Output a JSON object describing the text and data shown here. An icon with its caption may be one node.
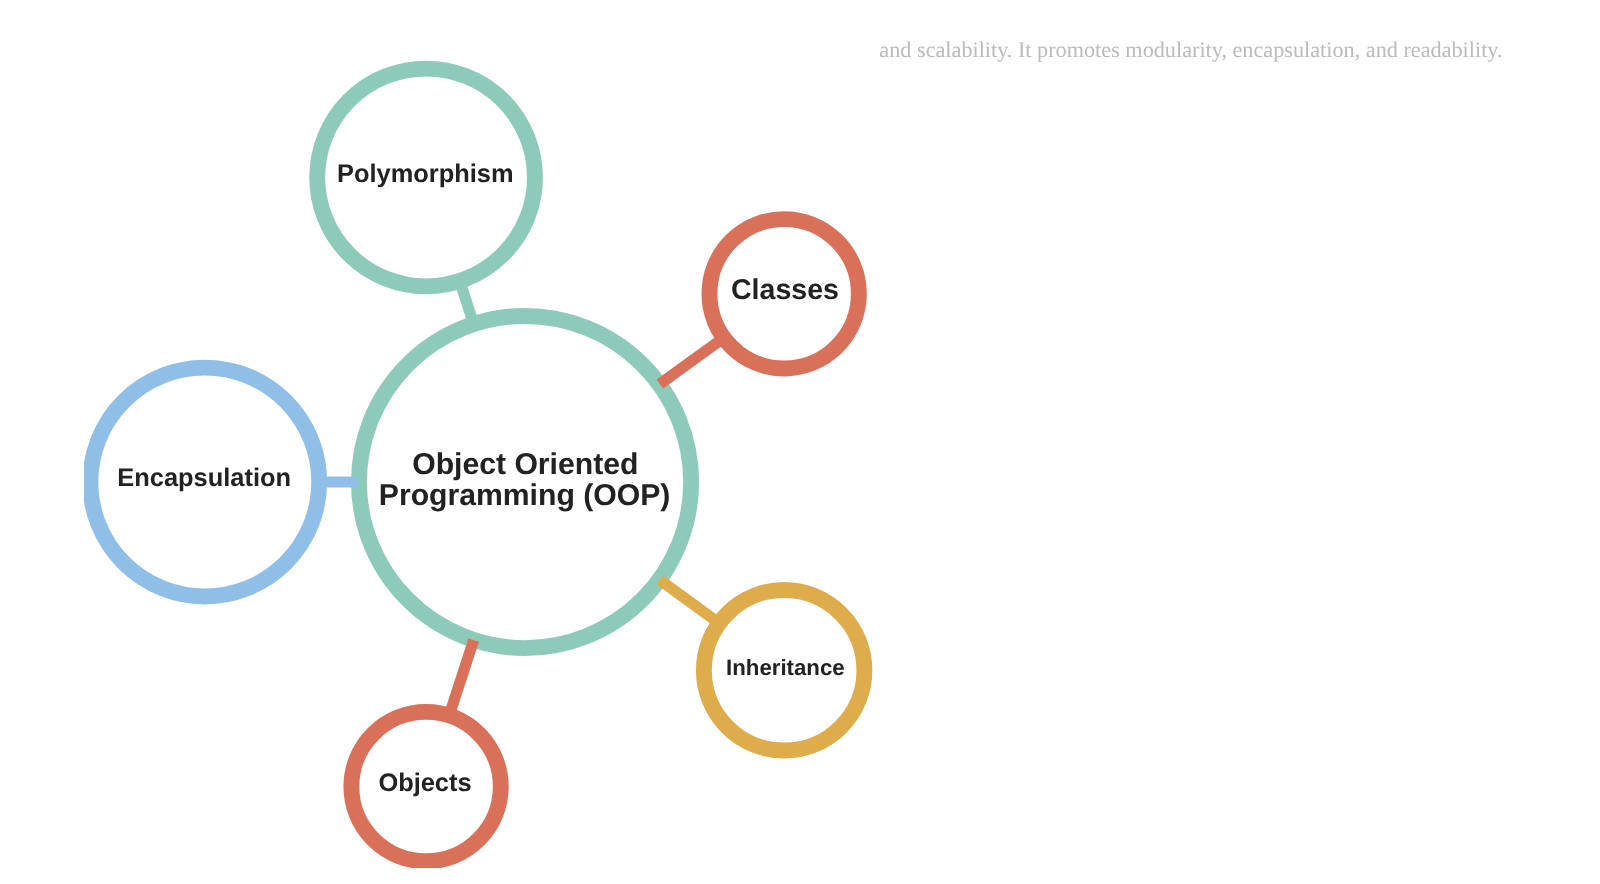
{
  "diagram": {
    "nodes": [
      {
        "text": [
          "Object Oriented Programming (OOP)"
        ]
      },
      {
        "text": [
          "Classes"
        ]
      },
      {
        "text": [
          "Polymorphism"
        ]
      },
      {
        "text": [
          "Encapsulation"
        ]
      },
      {
        "text": [
          "Objects"
        ]
      },
      {
        "text": [
          "Inheritance"
        ]
      }
    ],
    "edges": [
      {
        "from": 0,
        "to": 1,
        "arrow": "none",
        "color": "#d9705a"
      },
      {
        "from": 0,
        "to": 2,
        "arrow": "none",
        "color": "#8ecab9"
      },
      {
        "from": 0,
        "to": 3,
        "arrow": "none",
        "color": "#8fbfe6"
      },
      {
        "from": 0,
        "to": 4,
        "arrow": "none",
        "color": "#d9705a"
      },
      {
        "from": 0,
        "to": 5,
        "arrow": "none",
        "color": "#dfac4c"
      }
    ],
    "labels": [
      "and scalability. It promotes modularity, encapsulation, and readability."
    ]
  }
}
